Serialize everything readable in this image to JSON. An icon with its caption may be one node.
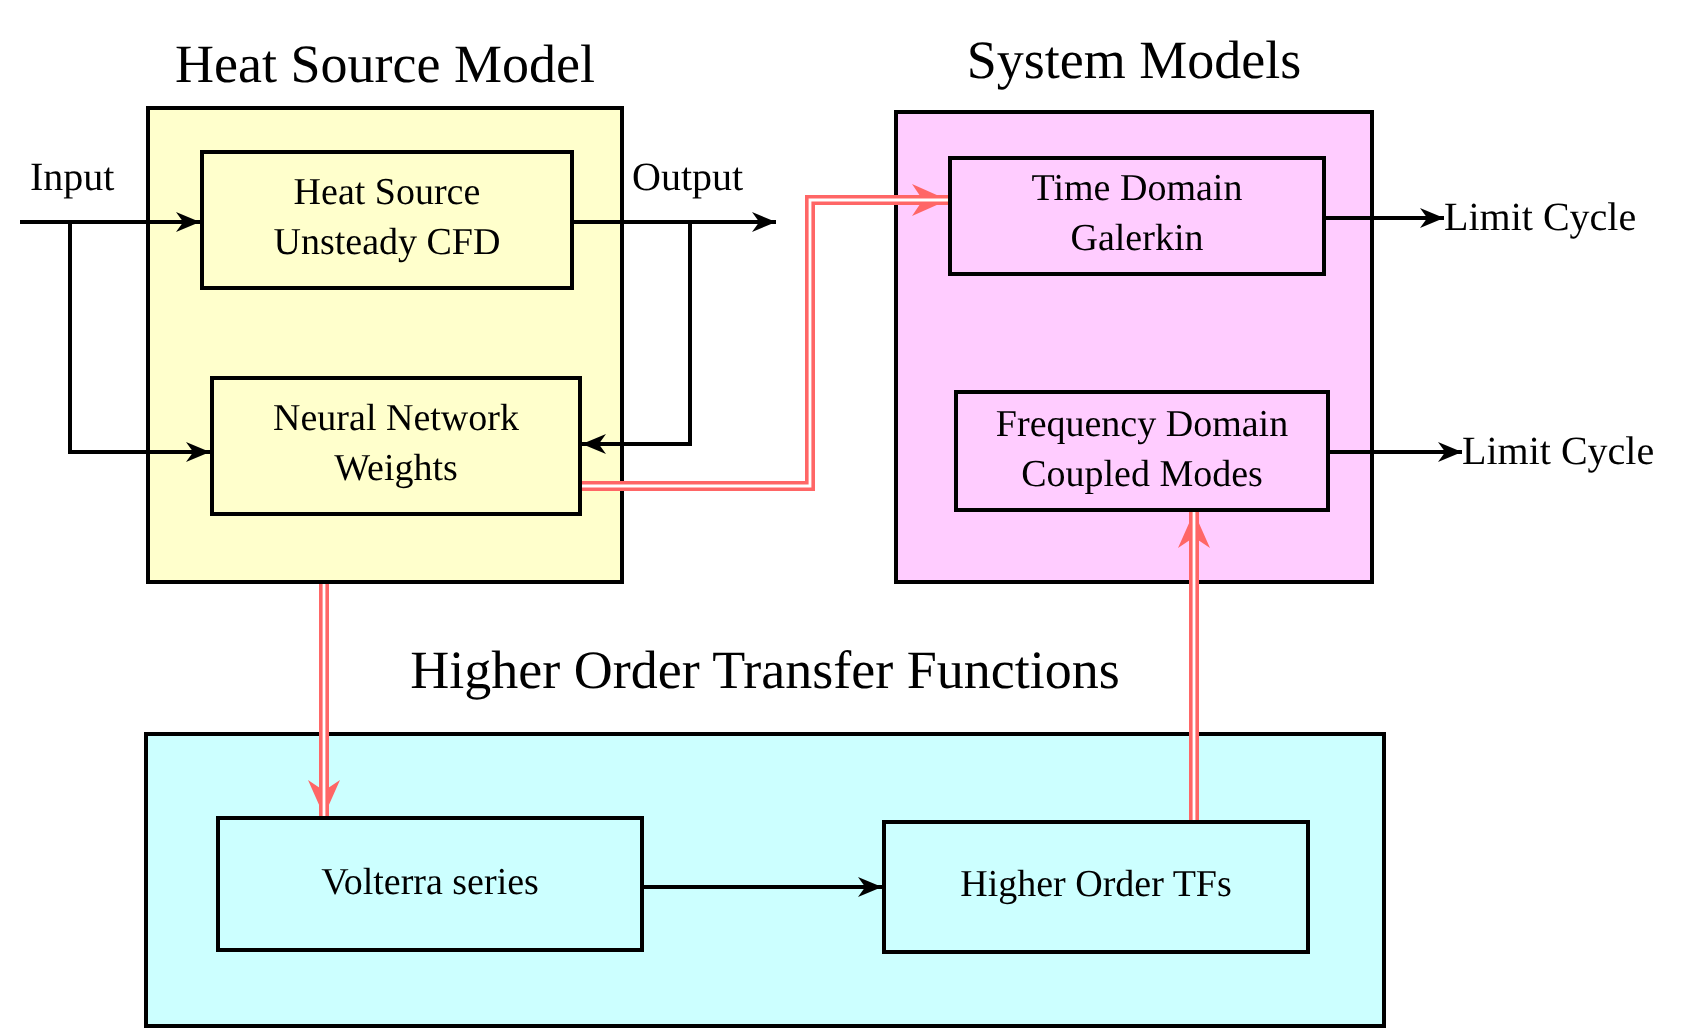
{
  "diagram": {
    "nodes": [
      {
        "text": [
          "Heat Source Model"
        ]
      },
      {
        "text": [
          "Heat Source Unsteady CFD"
        ],
        "in": 0
      },
      {
        "text": [
          "Neural Network Weights"
        ],
        "in": 0
      },
      {
        "text": [
          "System Models"
        ]
      },
      {
        "text": [
          "Time Domain Galerkin"
        ],
        "in": 3
      },
      {
        "text": [
          "Frequency Domain Coupled Modes"
        ],
        "in": 3
      },
      {
        "text": [
          "Higher Order Transfer Functions"
        ]
      },
      {
        "text": [
          "Volterra series"
        ],
        "in": 6
      },
      {
        "text": [
          "Higher Order TFs"
        ],
        "in": 6
      },
      {
        "text": [
          "Limit Cycle"
        ]
      },
      {
        "text": [
          "Limit Cycle"
        ]
      }
    ],
    "edges": [
      {
        "from": null,
        "to": 1,
        "arrow": "to",
        "label": "Input"
      },
      {
        "from": null,
        "to": 2,
        "arrow": "to"
      },
      {
        "from": 1,
        "to": null,
        "arrow": "to",
        "label": "Output"
      },
      {
        "from": 1,
        "to": 2,
        "arrow": "to"
      },
      {
        "from": 2,
        "to": 4,
        "arrow": "to",
        "style": "thick",
        "color": "#ff6666"
      },
      {
        "from": 0,
        "to": 7,
        "arrow": "to",
        "style": "thick",
        "color": "#ff6666"
      },
      {
        "from": 8,
        "to": 5,
        "arrow": "to",
        "style": "thick",
        "color": "#ff6666"
      },
      {
        "from": 7,
        "to": 8,
        "arrow": "to"
      },
      {
        "from": 4,
        "to": 9,
        "arrow": "to"
      },
      {
        "from": 5,
        "to": 10,
        "arrow": "to"
      }
    ]
  }
}
